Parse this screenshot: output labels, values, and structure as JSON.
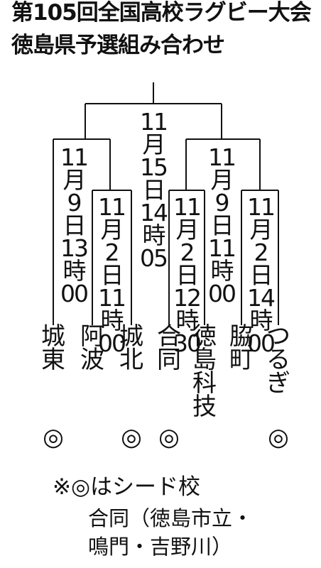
{
  "title": {
    "line1": "第105回全国高校ラグビー大会",
    "line2": "徳島県予選組み合わせ"
  },
  "matches": {
    "final": "11月15日14時05",
    "semi_left": "11月9日13時00",
    "semi_right": "11月9日11時00",
    "r1_left": "11月2日11時00",
    "r1_mid": "11月2日12時30",
    "r1_right": "11月2日14時00"
  },
  "teams": [
    {
      "name": "城東",
      "seed": true
    },
    {
      "name": "阿波",
      "seed": false
    },
    {
      "name": "城北",
      "seed": true
    },
    {
      "name": "合同",
      "seed": true
    },
    {
      "name": "徳島科技",
      "seed": false
    },
    {
      "name": "脇町",
      "seed": false
    },
    {
      "name": "つるぎ",
      "seed": true
    }
  ],
  "seed_symbol": "◎",
  "notes": {
    "seed_note": "※◎はシード校",
    "joint_line1": "合同（徳島市立・",
    "joint_line2": "鳴門・吉野川）"
  }
}
